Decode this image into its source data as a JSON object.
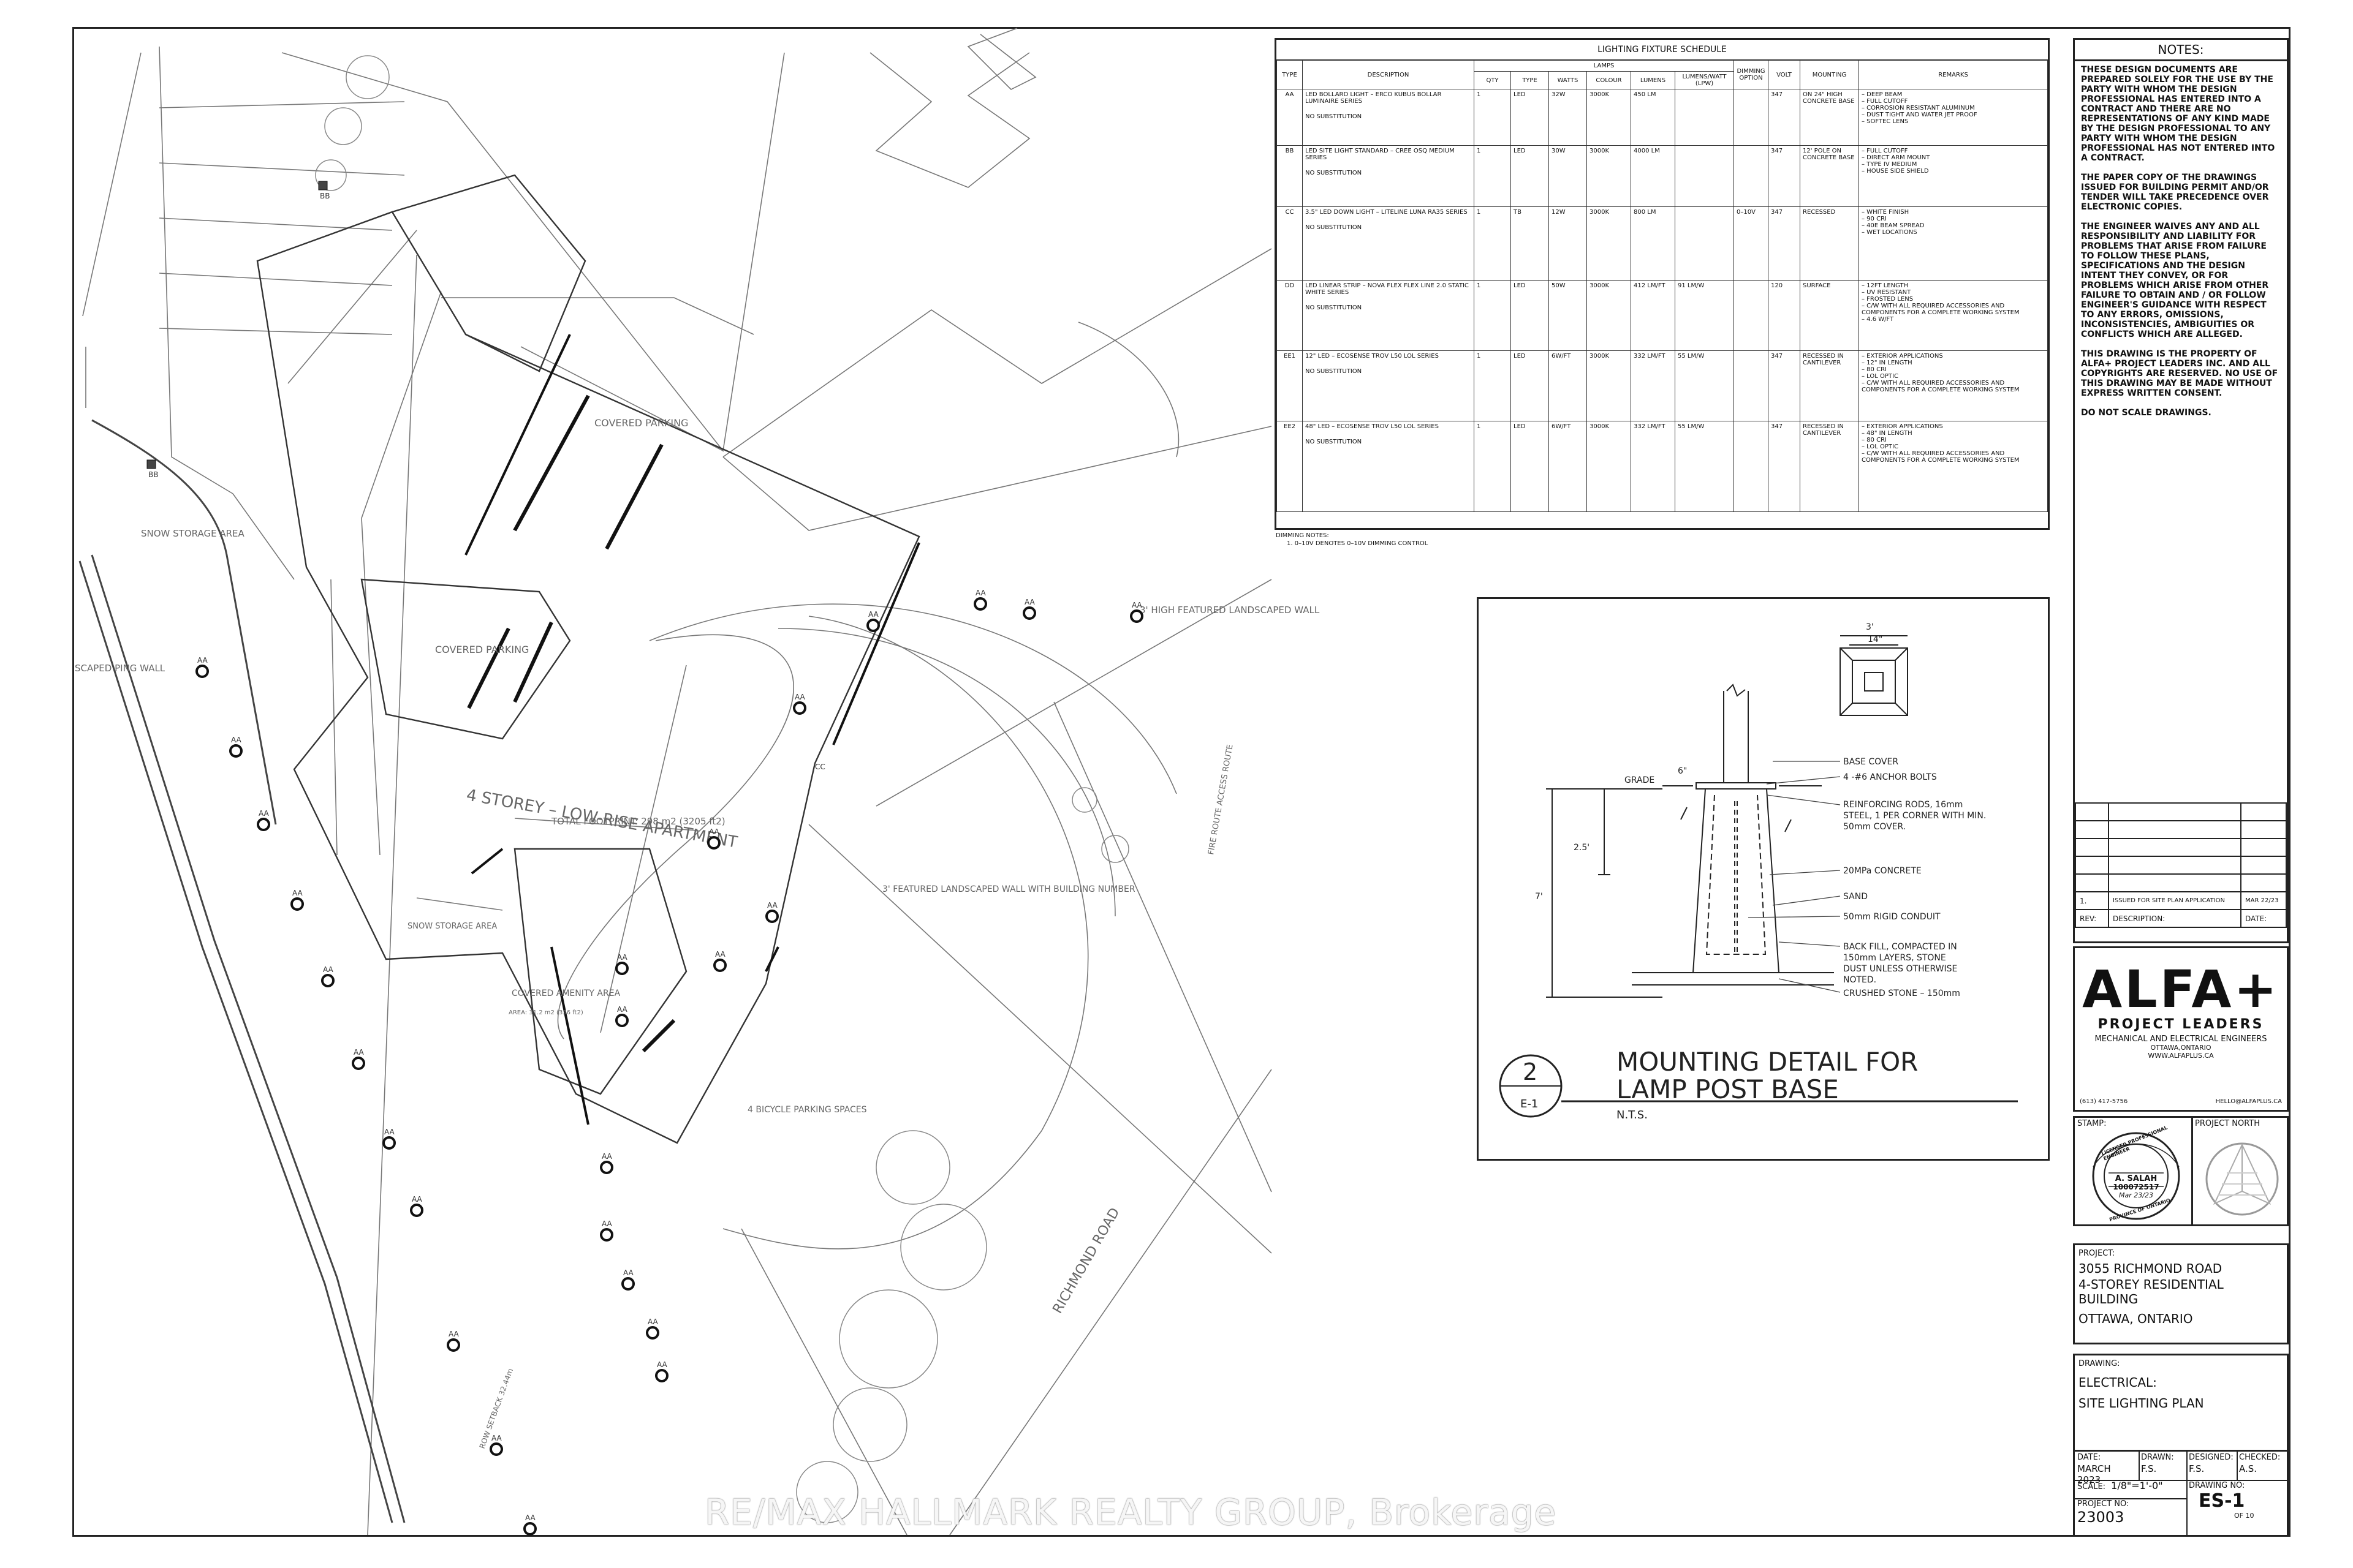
{
  "schedule": {
    "title": "LIGHTING FIXTURE SCHEDULE",
    "headers": {
      "type": "TYPE",
      "description": "DESCRIPTION",
      "lamps": "LAMPS",
      "dimming": "DIMMING OPTION",
      "volt": "VOLT",
      "mounting": "MOUNTING",
      "remarks": "REMARKS",
      "qty": "QTY",
      "lamp_type": "TYPE",
      "watts": "WATTS",
      "colour": "COLOUR",
      "lumens": "LUMENS",
      "lpw": "LUMENS/WATT (LPW)"
    },
    "rows": [
      {
        "type": "AA",
        "desc": "LED BOLLARD LIGHT – ERCO KUBUS BOLLAR LUMINAIRE SERIES",
        "nosub": "NO SUBSTITUTION",
        "qty": "1",
        "ltype": "LED",
        "watts": "32W",
        "colour": "3000K",
        "lumens": "450 LM",
        "lpw": "",
        "dim": "",
        "volt": "347",
        "mounting": "ON 24\" HIGH CONCRETE BASE",
        "remarks": "– DEEP BEAM\n– FULL CUTOFF\n– CORROSION RESISTANT ALUMINUM\n– DUST TIGHT AND WATER JET PROOF\n– SOFTEC LENS"
      },
      {
        "type": "BB",
        "desc": "LED SITE LIGHT STANDARD – CREE OSQ MEDIUM SERIES",
        "nosub": "NO SUBSTITUTION",
        "qty": "1",
        "ltype": "LED",
        "watts": "30W",
        "colour": "3000K",
        "lumens": "4000 LM",
        "lpw": "",
        "dim": "",
        "volt": "347",
        "mounting": "12' POLE ON CONCRETE BASE",
        "remarks": "– FULL CUTOFF\n– DIRECT ARM MOUNT\n– TYPE IV MEDIUM\n– HOUSE SIDE SHIELD"
      },
      {
        "type": "CC",
        "desc": "3.5\" LED DOWN LIGHT – LITELINE LUNA RA35 SERIES",
        "nosub": "NO SUBSTITUTION",
        "qty": "1",
        "ltype": "TB",
        "watts": "12W",
        "colour": "3000K",
        "lumens": "800 LM",
        "lpw": "",
        "dim": "0–10V",
        "volt": "347",
        "mounting": "RECESSED",
        "remarks": "– WHITE FINISH\n– 90 CRI\n– 40E BEAM SPREAD\n– WET LOCATIONS"
      },
      {
        "type": "DD",
        "desc": "LED LINEAR STRIP – NOVA FLEX FLEX LINE 2.0 STATIC WHITE SERIES",
        "nosub": "NO SUBSTITUTION",
        "qty": "1",
        "ltype": "LED",
        "watts": "50W",
        "colour": "3000K",
        "lumens": "412 LM/FT",
        "lpw": "91 LM/W",
        "dim": "",
        "volt": "120",
        "mounting": "SURFACE",
        "remarks": "– 12FT LENGTH\n– UV RESISTANT\n– FROSTED LENS\n– C/W WITH ALL REQUIRED ACCESSORIES AND COMPONENTS FOR A COMPLETE WORKING SYSTEM\n– 4.6 W/FT"
      },
      {
        "type": "EE1",
        "desc": "12\" LED – ECOSENSE TROV L50 LOL SERIES",
        "nosub": "NO SUBSTITUTION",
        "qty": "1",
        "ltype": "LED",
        "watts": "6W/FT",
        "colour": "3000K",
        "lumens": "332 LM/FT",
        "lpw": "55 LM/W",
        "dim": "",
        "volt": "347",
        "mounting": "RECESSED IN CANTILEVER",
        "remarks": "– EXTERIOR APPLICATIONS\n– 12\" IN LENGTH\n– 80 CRI\n– LOL OPTIC\n– C/W WITH ALL REQUIRED ACCESSORIES AND COMPONENTS FOR A COMPLETE WORKING SYSTEM"
      },
      {
        "type": "EE2",
        "desc": "48\" LED – ECOSENSE TROV L50 LOL SERIES",
        "nosub": "NO SUBSTITUTION",
        "qty": "1",
        "ltype": "LED",
        "watts": "6W/FT",
        "colour": "3000K",
        "lumens": "332 LM/FT",
        "lpw": "55 LM/W",
        "dim": "",
        "volt": "347",
        "mounting": "RECESSED IN CANTILEVER",
        "remarks": "– EXTERIOR APPLICATIONS\n– 48\" IN LENGTH\n– 80 CRI\n– LOL OPTIC\n– C/W WITH ALL REQUIRED ACCESSORIES AND COMPONENTS FOR A COMPLETE WORKING SYSTEM"
      }
    ],
    "dimming_notes_title": "DIMMING NOTES:",
    "dimming_note": "1. 0–10V DENOTES 0–10V DIMMING CONTROL"
  },
  "notes": {
    "title": "NOTES:",
    "items": [
      "THESE DESIGN DOCUMENTS ARE PREPARED SOLELY FOR THE USE BY THE PARTY WITH WHOM THE DESIGN PROFESSIONAL HAS ENTERED INTO A CONTRACT AND THERE ARE NO REPRESENTATIONS OF ANY KIND MADE BY THE DESIGN PROFESSIONAL TO ANY PARTY WITH WHOM THE DESIGN PROFESSIONAL HAS NOT ENTERED INTO A CONTRACT.",
      "THE PAPER COPY OF THE DRAWINGS ISSUED FOR BUILDING PERMIT AND/OR TENDER WILL TAKE PRECEDENCE OVER ELECTRONIC COPIES.",
      "THE ENGINEER WAIVES ANY AND ALL RESPONSIBILITY AND LIABILITY FOR PROBLEMS THAT ARISE FROM FAILURE TO FOLLOW THESE PLANS, SPECIFICATIONS AND THE DESIGN INTENT THEY CONVEY, OR FOR PROBLEMS WHICH ARISE FROM OTHER FAILURE TO OBTAIN AND / OR FOLLOW ENGINEER'S GUIDANCE WITH RESPECT TO ANY ERRORS, OMISSIONS, INCONSISTENCIES, AMBIGUITIES OR CONFLICTS WHICH ARE ALLEGED.",
      "THIS DRAWING IS THE PROPERTY OF ALFA+ PROJECT LEADERS INC. AND ALL COPYRIGHTS ARE RESERVED. NO USE OF THIS DRAWING MAY BE MADE WITHOUT EXPRESS WRITTEN CONSENT.",
      "DO NOT SCALE DRAWINGS."
    ]
  },
  "revisions": {
    "row1_no": "1.",
    "row1_desc": "ISSUED FOR SITE PLAN APPLICATION",
    "row1_date": "MAR 22/23",
    "rev_label": "REV:",
    "desc_label": "DESCRIPTION:",
    "date_label": "DATE:"
  },
  "firm": {
    "logo": "ALFA+",
    "subtitle": "PROJECT LEADERS",
    "line1": "MECHANICAL AND ELECTRICAL ENGINEERS",
    "line2": "OTTAWA,ONTARIO",
    "line3": "WWW.ALFAPLUS.CA",
    "phone": "(613) 417-5756",
    "email": "HELLO@ALFAPLUS.CA"
  },
  "stamp": {
    "label": "STAMP:",
    "north_label": "PROJECT NORTH",
    "ring_top": "LICENSED PROFESSIONAL ENGINEER",
    "ring_bottom": "PROVINCE OF ONTARIO",
    "name": "A. SALAH",
    "number": "100072517",
    "date": "Mar 23/23"
  },
  "project": {
    "label": "PROJECT:",
    "line1": "3055 RICHMOND ROAD",
    "line2": "4-STOREY RESIDENTIAL BUILDING",
    "line3": "OTTAWA, ONTARIO"
  },
  "drawing": {
    "label": "DRAWING:",
    "line1": "ELECTRICAL:",
    "line2": "SITE LIGHTING PLAN",
    "date_label": "DATE:",
    "date": "MARCH 2023",
    "drawn_label": "DRAWN:",
    "drawn": "F.S.",
    "designed_label": "DESIGNED:",
    "designed": "F.S.",
    "checked_label": "CHECKED:",
    "checked": "A.S.",
    "scale_label": "SCALE:",
    "scale": "1/8\"=1'-0\"",
    "drawing_no_label": "DRAWING NO:",
    "drawing_no": "ES-1",
    "project_no_label": "PROJECT NO:",
    "project_no": "23003",
    "of": "OF 10"
  },
  "detail": {
    "number": "2",
    "sheet": "E-1",
    "title1": "MOUNTING DETAIL FOR",
    "title2": "LAMP POST BASE",
    "scale": "N.T.S.",
    "callouts": [
      "BASE COVER",
      "4 -#6 ANCHOR BOLTS",
      "REINFORCING RODS, 16mm",
      "STEEL, 1 PER CORNER WITH MIN.",
      "50mm COVER.",
      "20MPa CONCRETE",
      "SAND",
      "50mm RIGID CONDUIT",
      "BACK FILL, COMPACTED IN",
      "150mm LAYERS, STONE",
      "DUST UNLESS OTHERWISE",
      "NOTED.",
      "CRUSHED STONE – 150mm"
    ],
    "dims": {
      "top": "3'",
      "inner": "14\"",
      "grade": "GRADE",
      "six": "6\"",
      "h1": "2.5'",
      "h2": "7'"
    }
  },
  "site": {
    "building_name": "4 STOREY – LOW-RISE APARTMENT",
    "footprint": "TOTAL FOOTPRINT: 298 m2 (3205 ft2)",
    "covered_parking_1": "COVERED PARKING",
    "covered_parking_2": "COVERED PARKING",
    "snow_storage_1": "SNOW STORAGE AREA",
    "snow_storage_2": "SNOW STORAGE AREA",
    "amenity": "COVERED AMENITY AREA",
    "amenity_area": "AREA: 31.2 m2 (336 ft2)",
    "bicycle": "4 BICYCLE PARKING SPACES",
    "wall_1": "3' HIGH FEATURED LANDSCAPED WALL",
    "wall_2": "3' FEATURED LANDSCAPED WALL WITH BUILDING NUMBER",
    "wall_3": "SCAPED PING WALL",
    "fire_route": "FIRE ROUTE ACCESS ROUTE",
    "road": "RICHMOND ROAD",
    "setback": "ROW SETBACK 32.44m",
    "fixture_label": "AA",
    "fixture_bb": "BB",
    "fixture_cc": "CC"
  },
  "watermark": "RE/MAX HALLMARK REALTY GROUP, Brokerage"
}
